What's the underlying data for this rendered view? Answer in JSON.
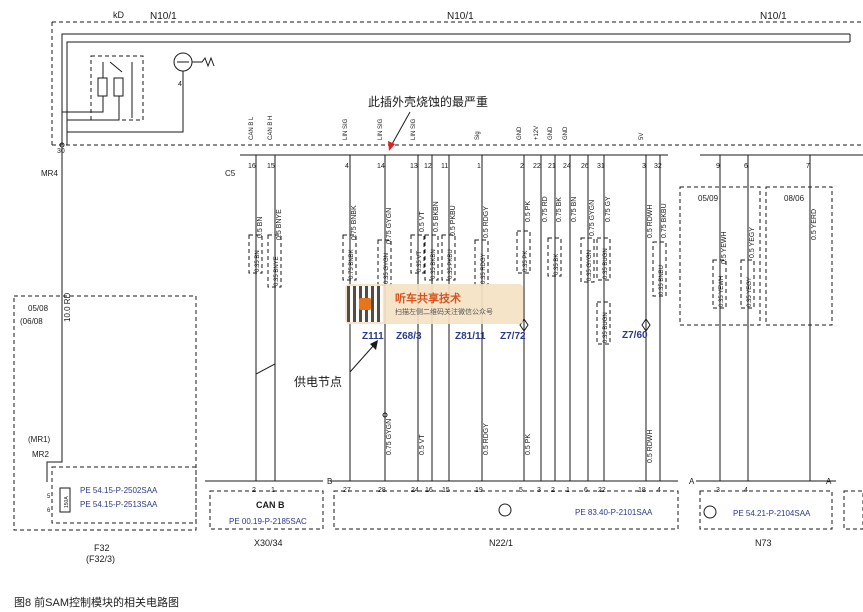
{
  "header": {
    "kd": "kD",
    "n10_left": "N10/1",
    "n10_mid": "N10/1",
    "n10_right": "N10/1"
  },
  "annotations": {
    "burn": "此插外壳烧蚀的最严重",
    "power_node": "供电节点"
  },
  "left": {
    "mr4": "MR4",
    "pin30": "30",
    "pin4": "4",
    "c5": "C5",
    "ref1": "05/08",
    "ref2": "(06/08",
    "wire_rd": "10.0 RD",
    "mr1": "(MR1)",
    "mr2": "MR2",
    "pe1": "PE 54.15-P-2502SAA",
    "pe2": "PE 54.15-P-2513SAA",
    "f32": "F32",
    "f32b": "(F32/3)",
    "pin5": "5",
    "pin6": "6",
    "fuse_val": "150A"
  },
  "pins": {
    "can_l": {
      "sig": "CAN B L",
      "num": "16",
      "wire": "0.5 BN",
      "sub": "0.35 BN"
    },
    "can_h": {
      "sig": "CAN B H",
      "num": "15",
      "wire": "0.5 BNYE",
      "sub": "0.35 BNYE"
    },
    "p4": {
      "sig": "LIN SIG",
      "num": "4",
      "wire": "0.75 BNBK",
      "sub": "0.75 BNBK"
    },
    "p14": {
      "sig": "LIN SIG",
      "num": "14",
      "wire": "0.75 GYGN",
      "sub": "0.35 GYGN",
      "low": "0.75 GYGN"
    },
    "p13": {
      "sig": "LIN SIG",
      "num": "13",
      "wire": "0.5 VT",
      "sub": "0.35 VT",
      "low": "0.5 VT"
    },
    "p12": {
      "num": "12",
      "wire": "0.5 BKBN",
      "sub": "0.35 BKBN"
    },
    "p11": {
      "num": "11",
      "wire": "0.5 PKBU",
      "sub": "0.35 PKBU"
    },
    "p1": {
      "sig": "Sig",
      "num": "1",
      "wire": "0.5 RDGY",
      "sub": "0.35 RDGY",
      "low": "0.5 RDGY"
    },
    "p2": {
      "sig": "GND",
      "num": "2",
      "wire": "0.5 PK",
      "sub": "0.35 PK",
      "low": "0.5 PK"
    },
    "p22": {
      "sig": "+12V",
      "num": "22",
      "wire": "0.75 RD"
    },
    "p21": {
      "sig": "GND",
      "num": "21",
      "wire": "0.75 BK",
      "sub": "0.35 BK"
    },
    "p24": {
      "sig": "GND",
      "num": "24",
      "wire": "0.75 BN"
    },
    "p26": {
      "num": "26",
      "wire": "0.75 GYGN",
      "sub": "0.35 GYGN"
    },
    "p31": {
      "num": "31",
      "wire": "0.75 GY",
      "sub": "0.35 BUGN",
      "sub2": "0.35 BUGN"
    },
    "p3": {
      "sig": "5V",
      "num": "3",
      "wire": "0.5 RDWH",
      "low": "0.5 RDWH"
    },
    "p32": {
      "num": "32",
      "wire": "0.75 BKBU",
      "sub": "0.35 BNBU"
    },
    "p9": {
      "num": "9",
      "wire": "0.5 YEWH",
      "sub": "0.35 YEWH"
    },
    "p6": {
      "num": "6",
      "wire": "0.5 YEGY",
      "sub": "0.35 YEGY"
    },
    "p7": {
      "num": "7",
      "wire": "0.5 YERD"
    }
  },
  "refs": {
    "r0509": "05/09",
    "r0806": "08/06"
  },
  "splices": {
    "z111": "Z111",
    "z68": "Z68/3",
    "z81": "Z81/11",
    "z77": "Z7/72",
    "z760": "Z7/60"
  },
  "bottom": {
    "x30_top": "CAN B",
    "x30_pe": "PE 00.19-P-2185SAC",
    "x30_name": "X30/34",
    "n22_tag": "B",
    "n22_pe": "PE 83.40-P-2101SAA",
    "n22_name": "N22/1",
    "n73_tag": "A",
    "n73_pe": "PE 54.21-P-2104SAA",
    "n73_name": "N73",
    "x30_pins": [
      "2",
      "1"
    ],
    "n22_pins": [
      "27",
      "28",
      "24",
      "16",
      "15",
      "19",
      "5",
      "3",
      "2",
      "1",
      "6",
      "22",
      "18",
      "4"
    ],
    "n73_pins": [
      "3",
      "4"
    ]
  },
  "watermark": {
    "title": "听车共享技术",
    "sub": "扫描左侧二维码关注微信公众号"
  },
  "caption": "图8    前SAM控制模块的相关电路图"
}
